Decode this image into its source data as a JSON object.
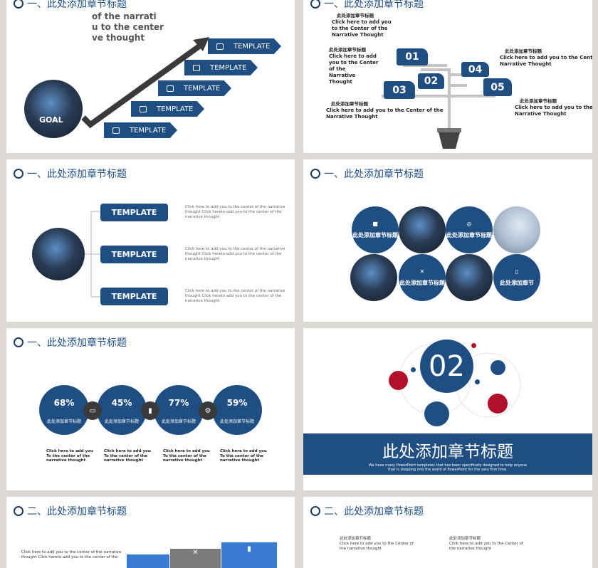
{
  "colors": {
    "navy": "#1f4e82",
    "red": "#b0102a",
    "dark": "#3a3a3a",
    "background": "#dcd8d3"
  },
  "section_title_1": "一、此处添加章节标题",
  "section_title_2": "二、此处添加章节标题",
  "placeholder_title": "此处添加章节标题",
  "slide1": {
    "goal": "GOAL",
    "ribbons": [
      "TEMPLATE",
      "TEMPLATE",
      "TEMPLATE",
      "TEMPLATE",
      "TEMPLATE"
    ],
    "overlay": [
      "of the narrati",
      "u to the center",
      "ve thought"
    ]
  },
  "slide2": {
    "numbers": [
      "01",
      "02",
      "03",
      "04",
      "05"
    ],
    "note_body": "Click here to add  you to the Center of the",
    "note_tail": "Narrative  Thought",
    "note_body_4": "Click here to add  you to the Cent",
    "note_body_5": "Click here to add  you to the"
  },
  "slide3": {
    "buttons": [
      "TEMPLATE",
      "TEMPLATE",
      "TEMPLATE"
    ],
    "text": "Click here to add  you to the  center of the  narrative thought Click hereto add   you to the center of the narrative thought"
  },
  "slide4": {
    "labels": [
      "此处添加章节标题",
      "此处添加章节标题",
      "此处添加章节标题",
      "此处添加章节"
    ]
  },
  "slide5": {
    "percents": [
      "68%",
      "45%",
      "77%",
      "59%"
    ],
    "caption": "此处添加章节标题",
    "text": "Click here to add  you To the  center of the narrative thought"
  },
  "slide6": {
    "number": "02",
    "title": "此处添加章节标题",
    "subtitle_1": "We have many PowerPoint templates that has been specifically designed to help anyone",
    "subtitle_2": "that is stepping into the world of PowerPoint for the very first time."
  },
  "slide7": {
    "text": "Click here to add  you to the  center of the  narrative thought Click hereto add   you to the center of the"
  },
  "slide8": {
    "note_title": "此处添加章节标题",
    "note_body": "Click here to add  you to the Center of the  narrative thought"
  }
}
